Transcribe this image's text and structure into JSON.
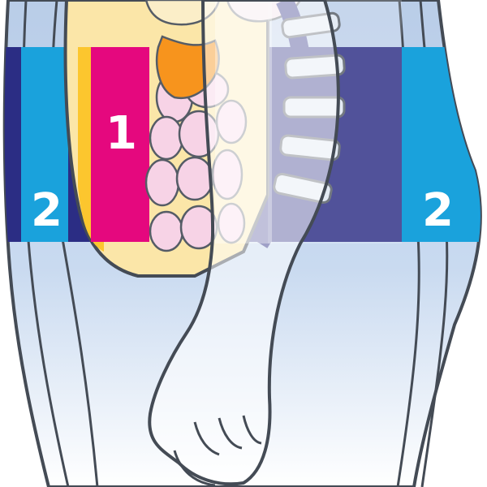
{
  "diagram": {
    "zones": [
      {
        "id": "zone-1",
        "label": "1",
        "color": "#e5087e"
      },
      {
        "id": "zone-2-left",
        "label": "2",
        "color": "#1aa2dc"
      },
      {
        "id": "zone-2-right",
        "label": "2",
        "color": "#1aa2dc"
      }
    ],
    "band_color": "#2b2d84",
    "organ_colors": {
      "intestines": "#f7d3e6",
      "stomach": "#f7941d",
      "spine": "#2b2d84",
      "fat_layer": "#fcc62e"
    }
  }
}
